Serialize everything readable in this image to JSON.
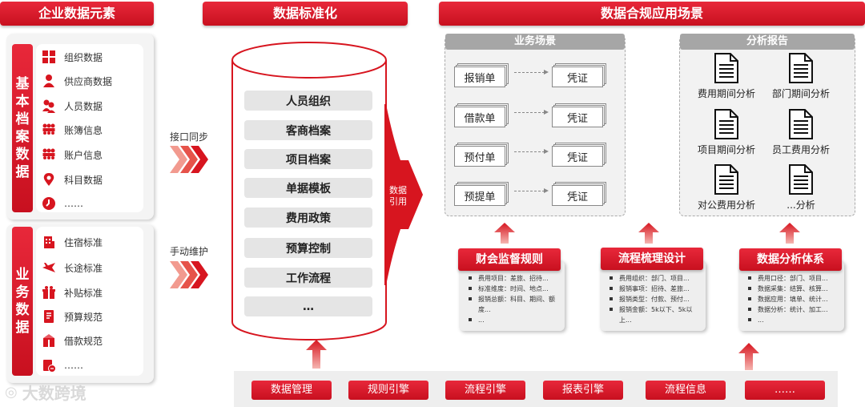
{
  "left": {
    "title": "企业数据元素",
    "basic_label": "基本档案数据",
    "basic_items": [
      {
        "label": "组织数据",
        "icon": "grid-icon"
      },
      {
        "label": "供应商数据",
        "icon": "person-icon"
      },
      {
        "label": "人员数据",
        "icon": "people-icon"
      },
      {
        "label": "账簿信息",
        "icon": "group-icon"
      },
      {
        "label": "账户信息",
        "icon": "group-icon"
      },
      {
        "label": "科目数据",
        "icon": "location-pin-icon"
      },
      {
        "label": "……",
        "icon": "clock-icon"
      }
    ],
    "business_label": "业务数据",
    "business_items": [
      {
        "label": "住宿标准",
        "icon": "building-icon"
      },
      {
        "label": "长途标准",
        "icon": "plane-icon"
      },
      {
        "label": "补贴标准",
        "icon": "gift-icon"
      },
      {
        "label": "预算规范",
        "icon": "ledger-icon"
      },
      {
        "label": "借款规范",
        "icon": "box-icon"
      },
      {
        "label": "……",
        "icon": "coin-icon"
      }
    ]
  },
  "middle": {
    "title": "数据标准化",
    "sync_auto": "接口同步",
    "sync_manual": "手动维护",
    "items": [
      "人员组织",
      "客商档案",
      "项目档案",
      "单据模板",
      "费用政策",
      "预算控制",
      "工作流程",
      "…"
    ],
    "ref_label": "数据\n引用"
  },
  "right": {
    "title": "数据合规应用场景",
    "scenario_title": "业务场景",
    "scenarios": [
      {
        "source": "报销单",
        "target": "凭证"
      },
      {
        "source": "借款单",
        "target": "凭证"
      },
      {
        "source": "预付单",
        "target": "凭证"
      },
      {
        "source": "预提单",
        "target": "凭证"
      }
    ],
    "report_title": "分析报告",
    "reports": [
      "费用期间分析",
      "部门期间分析",
      "项目期间分析",
      "员工费用分析",
      "对公费用分析",
      "...分析"
    ],
    "rules": [
      {
        "title": "财会监督规则",
        "lines": [
          "费用项目：差旅、招待...",
          "标准维度：时间、地点...",
          "报销总额：科目、期间、额度...",
          "..."
        ]
      },
      {
        "title": "流程梳理设计",
        "lines": [
          "费用组织：部门、项目...",
          "报销事项：招待、差旅...",
          "报销类型：付款、预付...",
          "报销金额：5k以下、5k以上..."
        ]
      },
      {
        "title": "数据分析体系",
        "lines": [
          "费用口径：部门、项目...",
          "数据采集：结算、核算...",
          "数据应用：填单、统计...",
          "数据分析：统计、加工...",
          "..."
        ]
      }
    ]
  },
  "bottom": {
    "buttons": [
      "数据管理",
      "规则引擎",
      "流程引擎",
      "报表引擎",
      "流程信息",
      "……"
    ]
  },
  "watermark": "大数跨境",
  "colors": {
    "brand_red": "#d7151f",
    "grey_header": "#a6a6a6"
  }
}
